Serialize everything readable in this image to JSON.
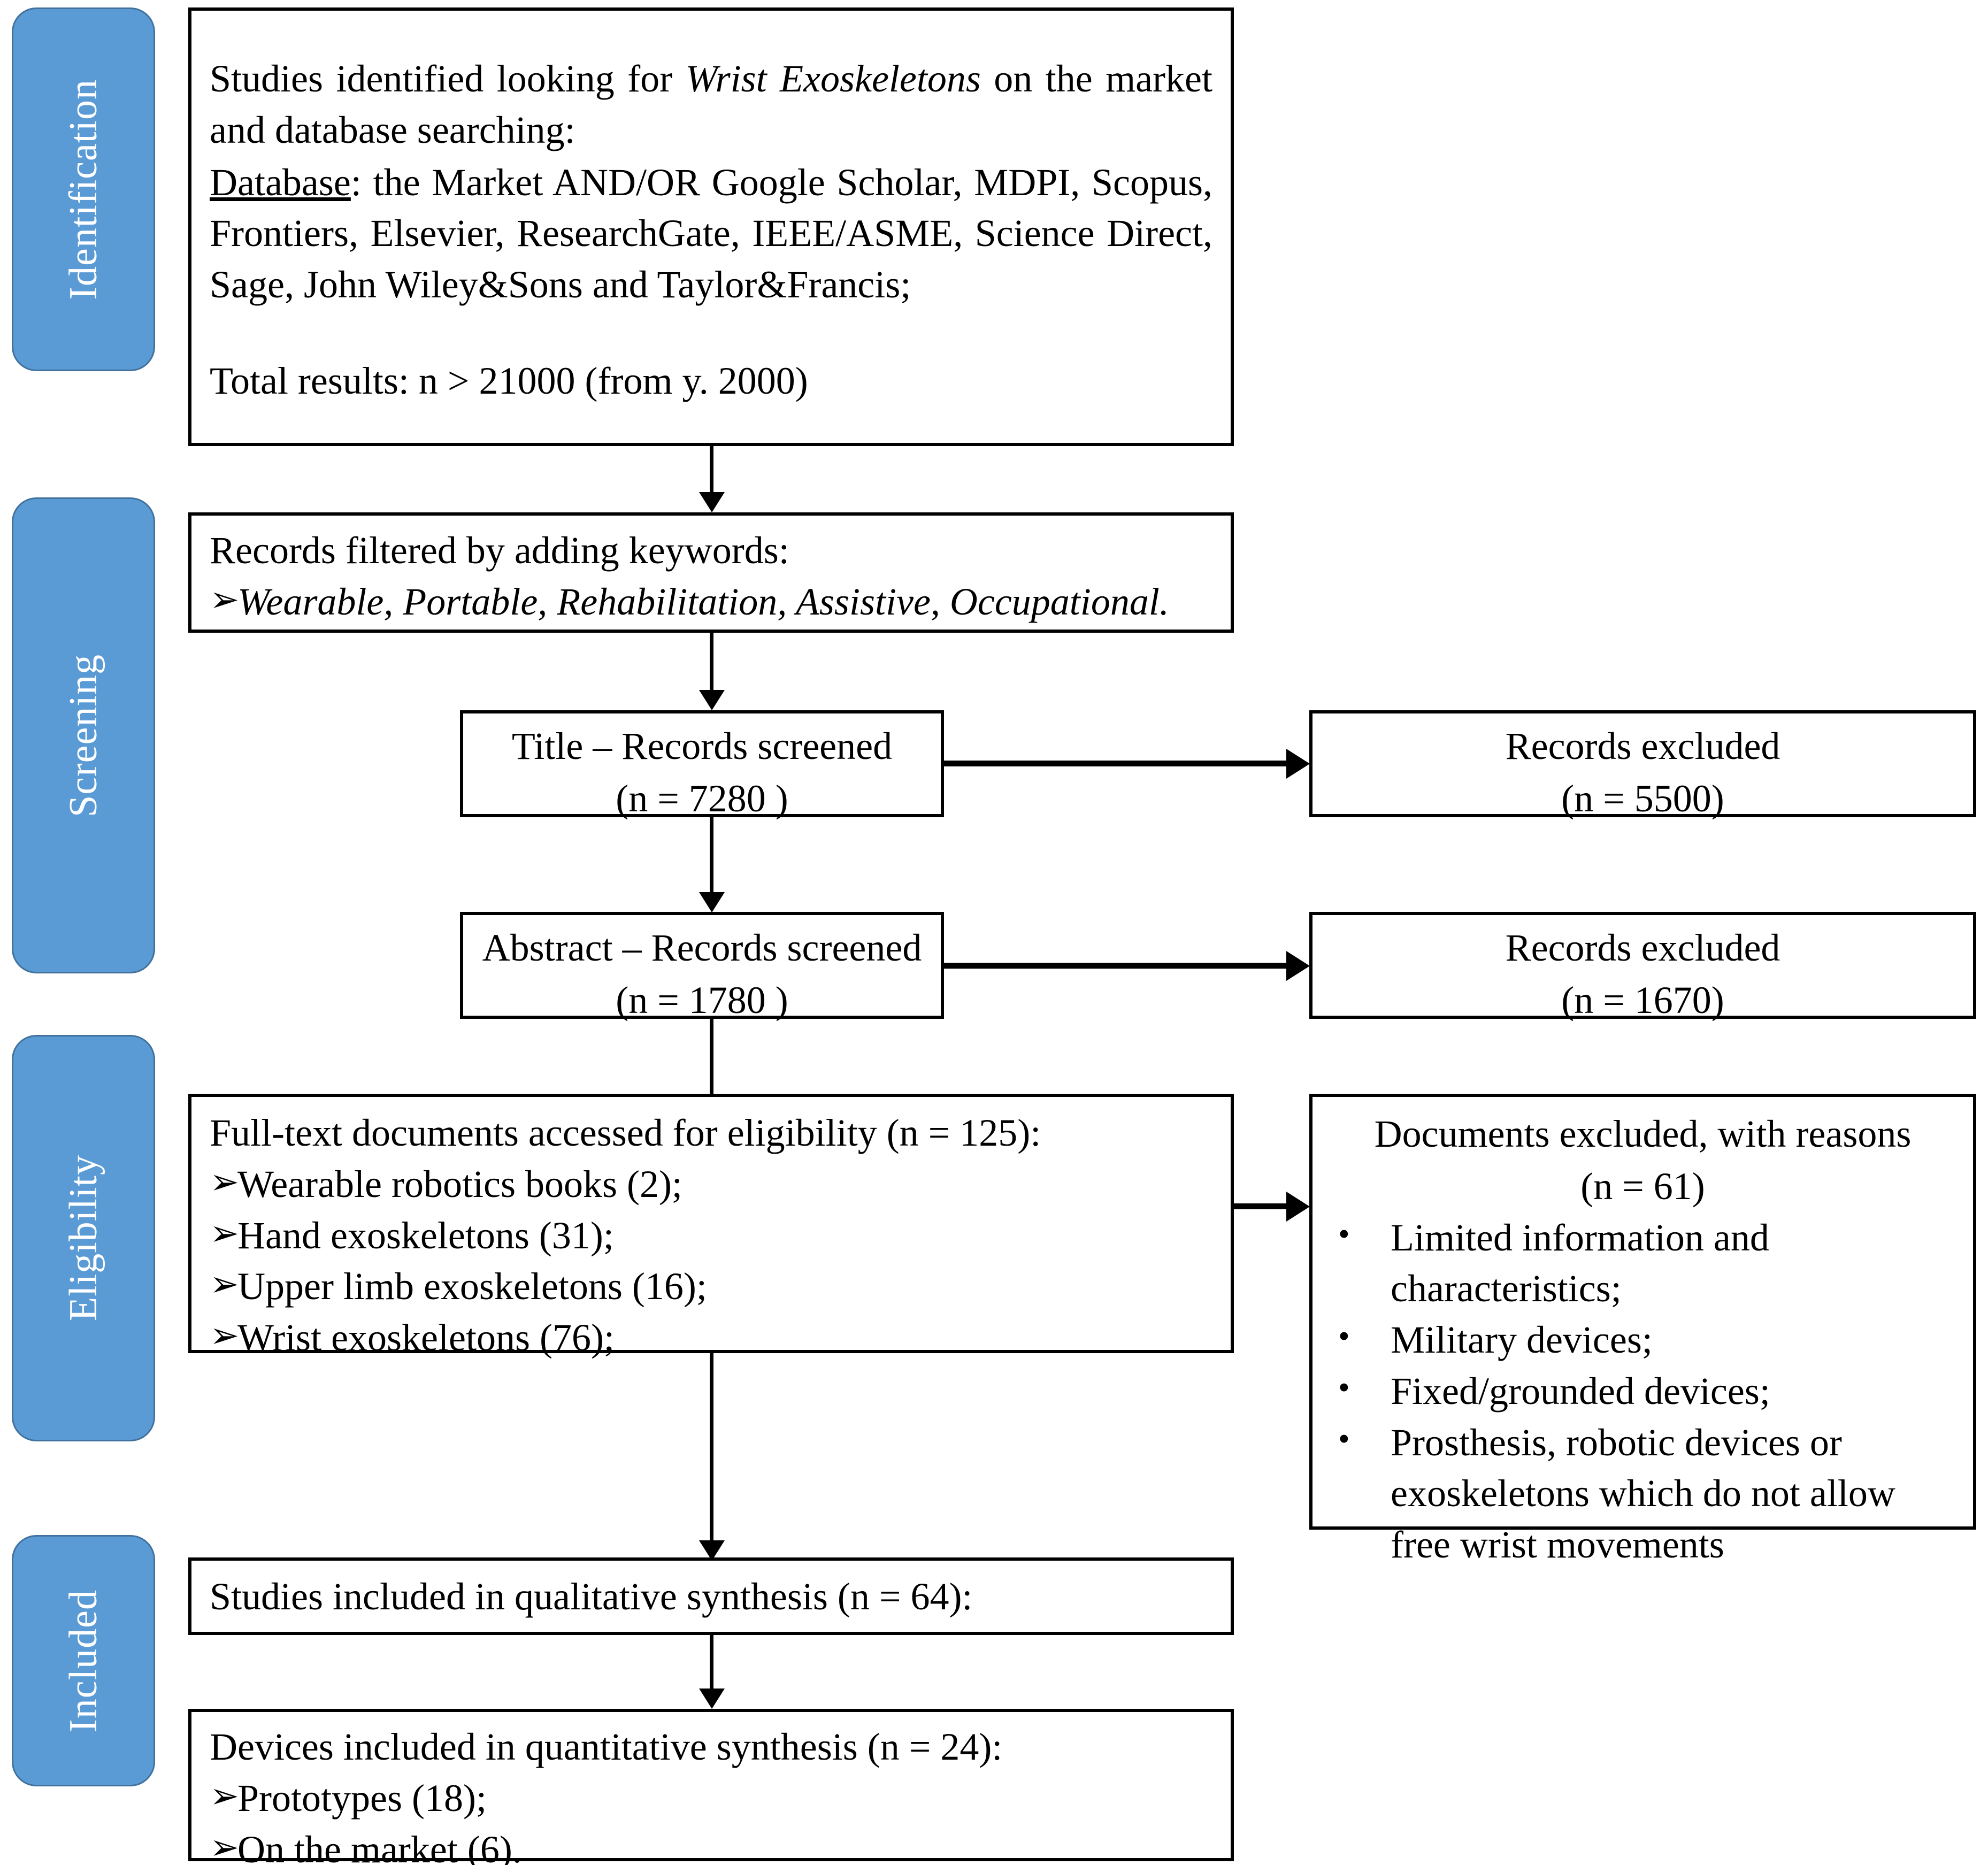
{
  "stages": [
    {
      "label": "Identification"
    },
    {
      "label": "Screening"
    },
    {
      "label": "Eligibility"
    },
    {
      "label": "Included"
    }
  ],
  "identification_box": {
    "line1_pre": "Studies identified looking for ",
    "line1_italic": "Wrist Exoskeletons",
    "line1_post": " on the market and database searching:",
    "line2_underlined": "Database",
    "line2_rest": ": the Market AND/OR Google Scholar, MDPI, Scopus, Frontiers, Elsevier, ResearchGate, IEEE/ASME, Science Direct, Sage, John Wiley&Sons and Taylor&Francis;",
    "total_results": "Total results: n > 21000 (from y. 2000)"
  },
  "records_filtered_box": {
    "heading": "Records filtered by adding keywords:",
    "bullet_glyph": "➢",
    "keywords": "Wearable, Portable, Rehabilitation, Assistive, Occupational."
  },
  "title_screened_box": {
    "line1": "Title – Records screened",
    "line2": "(n = 7280 )"
  },
  "title_excluded_box": {
    "line1": "Records excluded",
    "line2": "(n = 5500)"
  },
  "abstract_screened_box": {
    "line1": "Abstract – Records screened",
    "line2": "(n = 1780 )"
  },
  "abstract_excluded_box": {
    "line1": "Records excluded",
    "line2": "(n = 1670)"
  },
  "eligibility_box": {
    "heading": "Full-text documents accessed for eligibility (n = 125):",
    "bullet_glyph": "➢",
    "items": [
      "Wearable robotics books (2);",
      "Hand exoskeletons (31);",
      "Upper limb exoskeletons (16);",
      "Wrist exoskeletons (76);"
    ]
  },
  "documents_excluded_box": {
    "line1": "Documents excluded, with reasons",
    "line2": "(n = 61)",
    "bullet_glyph": "•",
    "reasons": [
      "Limited information and characteristics;",
      "Military devices;",
      "Fixed/grounded devices;",
      "Prosthesis, robotic devices or exoskeletons which do not allow free wrist movements"
    ]
  },
  "qualitative_box": {
    "heading": "Studies included in qualitative synthesis (n = 64):"
  },
  "quantitative_box": {
    "heading": "Devices included in quantitative synthesis (n = 24):",
    "bullet_glyph": "➢",
    "items": [
      "Prototypes (18);",
      "On the market (6)."
    ]
  },
  "colors": {
    "stage_fill": "#5B9BD5",
    "stage_border": "#41719C",
    "box_border": "#000000",
    "text": "#000000",
    "stage_label": "#FFFFFF"
  }
}
